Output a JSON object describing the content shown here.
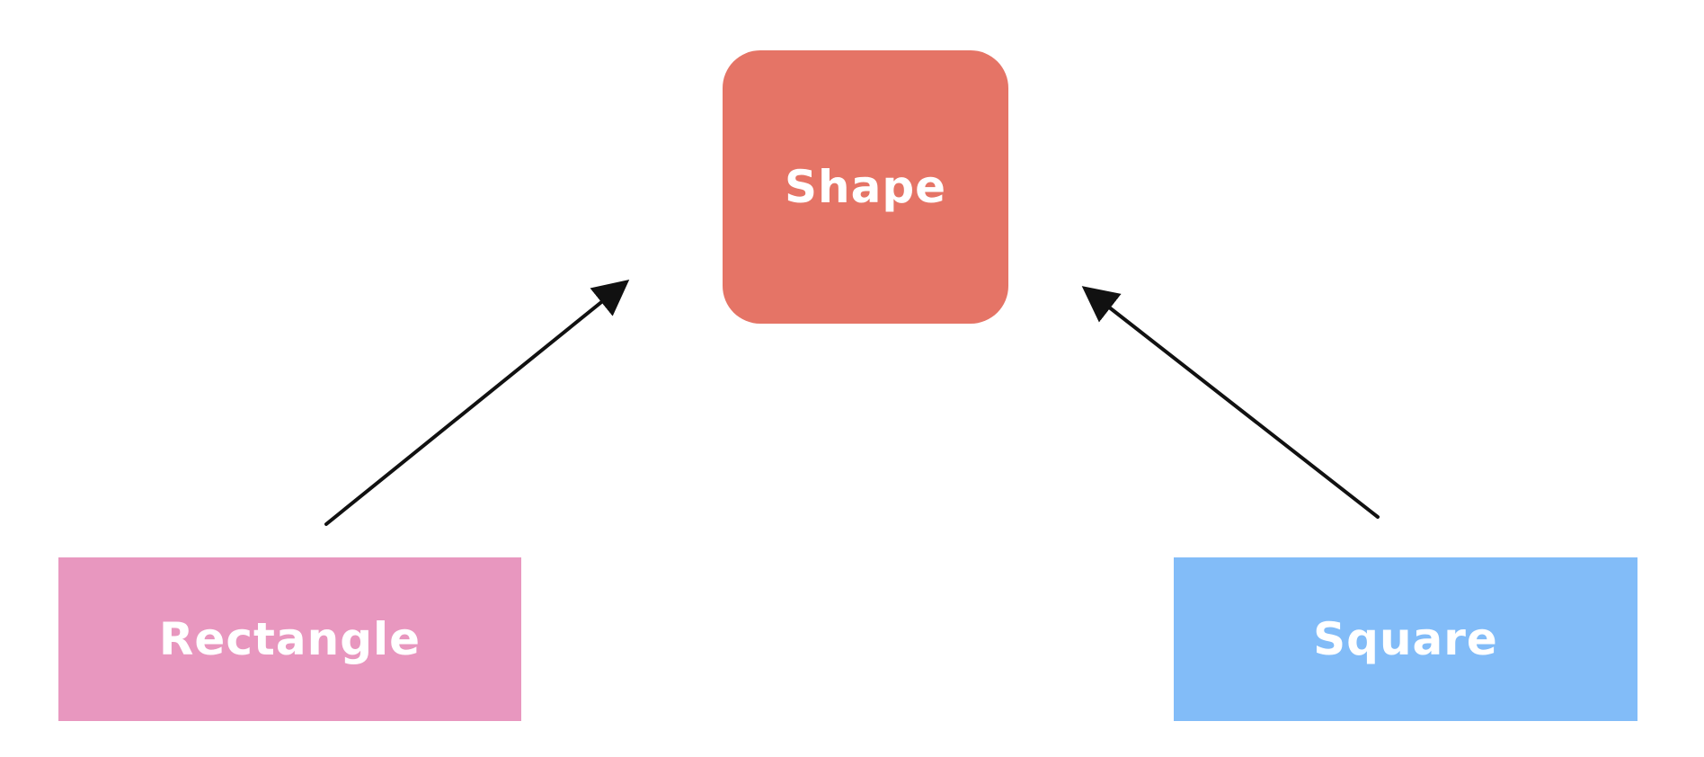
{
  "diagram": {
    "nodes": [
      {
        "id": "shape",
        "label": "Shape",
        "color": "#e57466"
      },
      {
        "id": "rectangle",
        "label": "Rectangle",
        "color": "#e897bf"
      },
      {
        "id": "square",
        "label": "Square",
        "color": "#82bcf8"
      }
    ],
    "edges": [
      {
        "from": "rectangle",
        "to": "shape"
      },
      {
        "from": "square",
        "to": "shape"
      }
    ],
    "arrow_color": "#111111"
  }
}
